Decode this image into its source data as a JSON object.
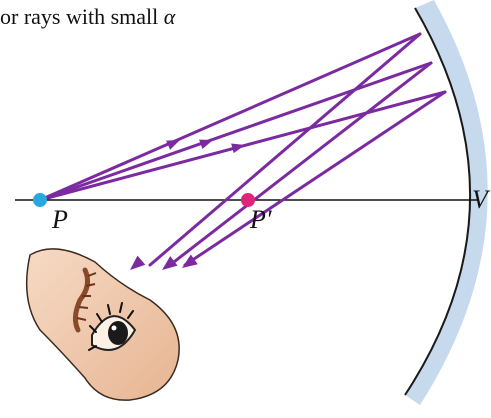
{
  "caption": {
    "prefix": "or rays with small ",
    "symbol": "α"
  },
  "labels": {
    "object_point": "P",
    "image_point": "P′",
    "vertex": "V"
  },
  "colors": {
    "ray": "#7b2aa0",
    "object_dot": "#29a8e0",
    "image_dot": "#e0247a",
    "mirror_fill": "#c7d9ec",
    "mirror_edge": "#1a1a1a",
    "axis": "#111111",
    "skin": "#f0c8a8"
  },
  "icons": {
    "eye": "eye-icon"
  }
}
